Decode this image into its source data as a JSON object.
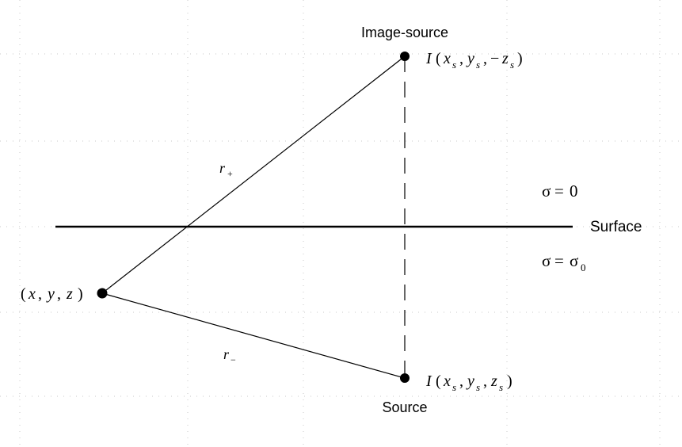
{
  "labels": {
    "image_source_title": "Image-source",
    "source_title": "Source",
    "surface": "Surface",
    "point": "(x, y, z)",
    "image_point": "I(xs, ys, −zs)",
    "source_point": "I(xs, ys, zs)",
    "r_plus": "r+",
    "r_minus": "r−",
    "sigma_zero": "σ = 0",
    "sigma_sigma0": "σ = σ0"
  },
  "math_parts": {
    "I": "I",
    "x": "x",
    "y": "y",
    "z": "z",
    "s": "s",
    "r": "r",
    "plus": "+",
    "minus": "−",
    "sigma": "σ",
    "equals": "=",
    "zero": "0",
    "open_paren": "(",
    "close_paren": ")",
    "comma": ","
  },
  "colors": {
    "line": "#000000",
    "grid": "#c8c8c8",
    "background": "#ffffff"
  }
}
